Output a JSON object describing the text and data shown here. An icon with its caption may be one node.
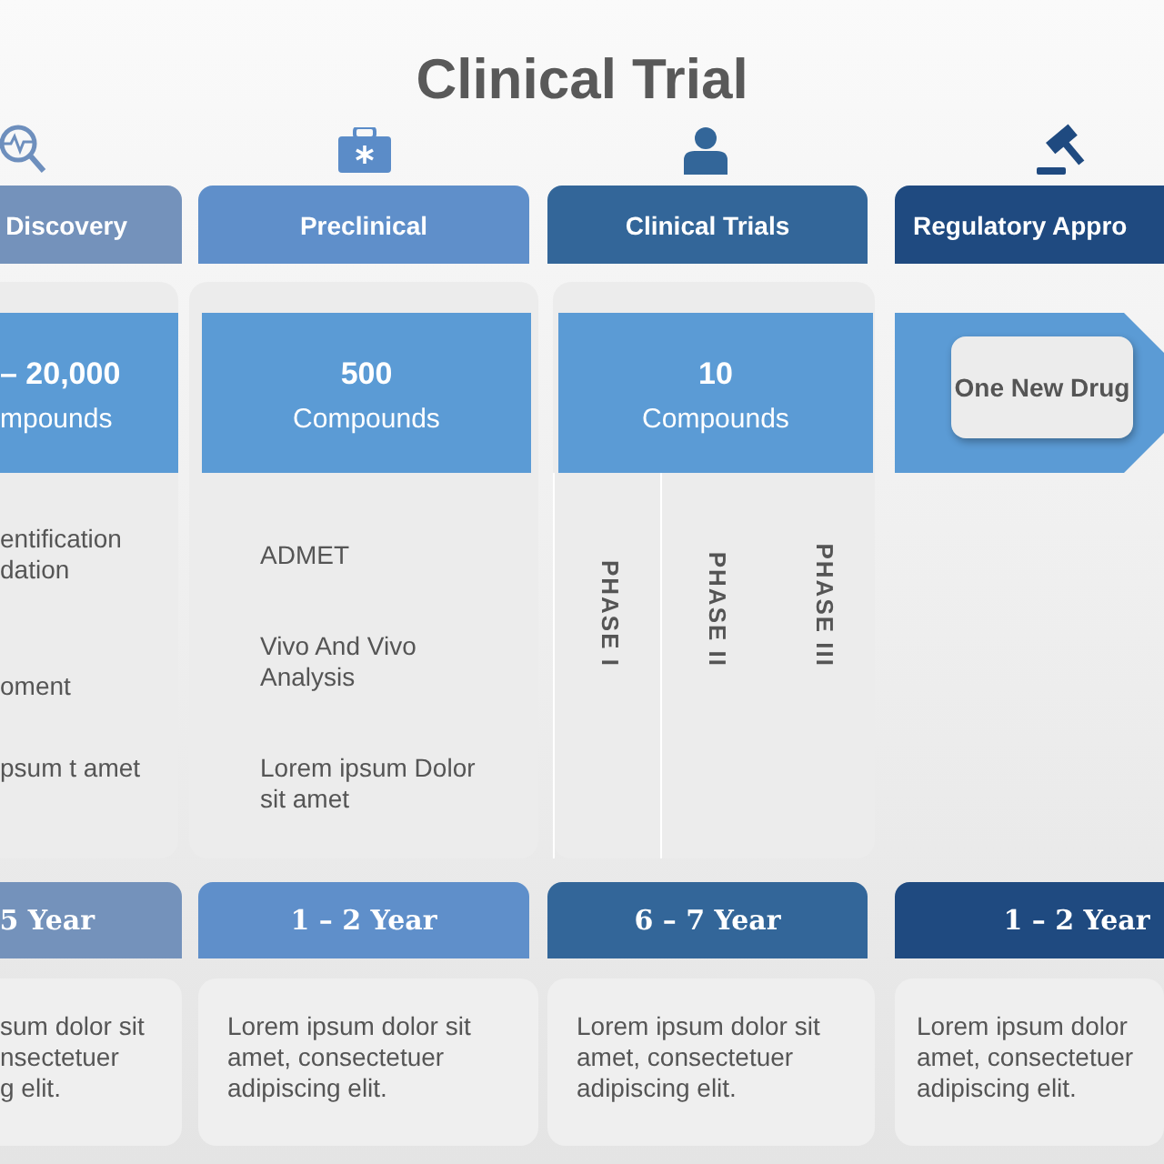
{
  "diagram": {
    "title": "Clinical Trial",
    "nodes": [
      {
        "text": [
          "Discovery"
        ]
      },
      {
        "text": [
          "Preclinical"
        ]
      },
      {
        "text": [
          "Clinical  Trials"
        ]
      },
      {
        "text": [
          "Regulatory Appro"
        ]
      },
      {
        "text": [
          "entification dation",
          "oment",
          "psum t amet"
        ]
      },
      {
        "text": [
          "– 20,000",
          "mpounds"
        ],
        "in": 4
      },
      {
        "text": [
          "ADMET",
          "Vivo And Vivo Analysis",
          "Lorem ipsum Dolor sit amet"
        ]
      },
      {
        "text": [
          "500",
          "Compounds"
        ],
        "in": 6
      },
      {
        "text": [],
        "shape": "box"
      },
      {
        "text": [
          "10",
          "Compounds"
        ],
        "in": 8
      },
      {
        "text": [
          "PHASE I"
        ],
        "in": 8
      },
      {
        "text": [
          "PHASE II"
        ],
        "in": 8
      },
      {
        "text": [
          "PHASE III"
        ],
        "in": 8
      },
      {
        "text": [],
        "shape": "arrow"
      },
      {
        "text": [
          "One New Drug"
        ],
        "in": 13
      },
      {
        "text": [
          "5 Year"
        ]
      },
      {
        "text": [
          "1 – 2 Year"
        ]
      },
      {
        "text": [
          "6 – 7 Year"
        ]
      },
      {
        "text": [
          "1 – 2 Year"
        ]
      },
      {
        "text": [
          "sum dolor sit",
          "nsectetuer",
          "g elit."
        ]
      },
      {
        "text": [
          "Lorem ipsum dolor sit amet, consectetuer adipiscing elit."
        ]
      },
      {
        "text": [
          "Lorem ipsum dolor sit amet, consectetuer adipiscing elit."
        ]
      },
      {
        "text": [
          "Lorem ipsum dolor amet, consectetuer adipiscing elit."
        ]
      }
    ],
    "edges": []
  }
}
